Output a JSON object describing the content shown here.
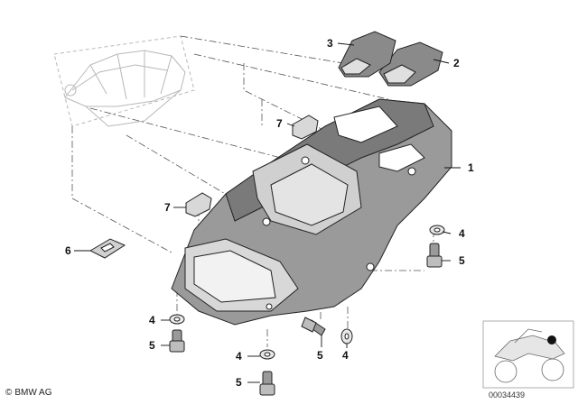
{
  "callouts": [
    {
      "id": "c1",
      "label": "1"
    },
    {
      "id": "c2",
      "label": "2"
    },
    {
      "id": "c3",
      "label": "3"
    },
    {
      "id": "c4a",
      "label": "4"
    },
    {
      "id": "c4b",
      "label": "4"
    },
    {
      "id": "c4c",
      "label": "4"
    },
    {
      "id": "c4d",
      "label": "4"
    },
    {
      "id": "c5a",
      "label": "5"
    },
    {
      "id": "c5b",
      "label": "5"
    },
    {
      "id": "c5c",
      "label": "5"
    },
    {
      "id": "c5d",
      "label": "5"
    },
    {
      "id": "c6",
      "label": "6"
    },
    {
      "id": "c7a",
      "label": "7"
    },
    {
      "id": "c7b",
      "label": "7"
    }
  ],
  "footer": {
    "copyright_symbol": "©",
    "brand": "BMW AG",
    "document_number": "00034439"
  }
}
